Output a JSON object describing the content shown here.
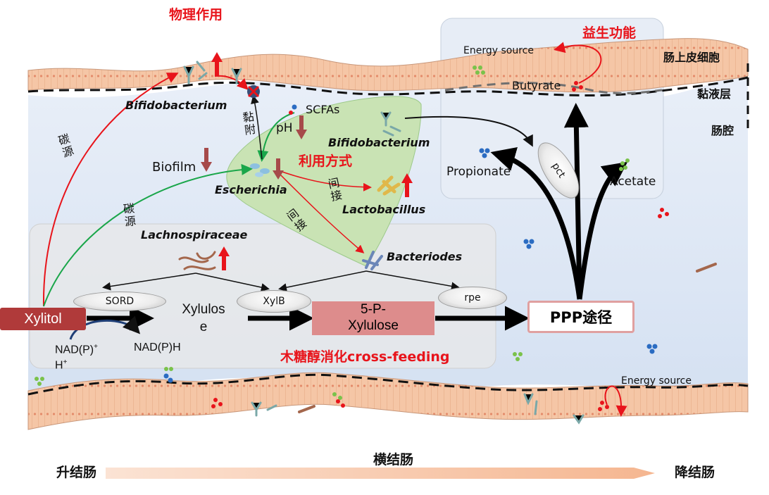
{
  "titles": {
    "physical": "物理作用",
    "probiotic": "益生功能",
    "utilization": "利用方式",
    "crossfeeding": "木糖醇消化cross-feeding"
  },
  "regions": {
    "epithelium": "肠上皮细胞",
    "mucus": "黏液层",
    "lumen": "肠腔"
  },
  "colon": {
    "ascending": "升结肠",
    "transverse": "横结肠",
    "descending": "降结肠"
  },
  "bacteria": {
    "bifido_top": "Bifidobacterium",
    "bifido_mid": "Bifidobacterium",
    "escherichia": "Escherichia",
    "lactobacillus": "Lactobacillus",
    "bacteriodes": "Bacteriodes",
    "lachnospiraceae": "Lachnospiraceae"
  },
  "labels": {
    "tanyuan1": "碳源",
    "tanyuan2": "碳源",
    "nianfu": "黏附",
    "jianjie1": "间接",
    "jianjie2": "间接",
    "biofilm": "Biofilm",
    "scfas": "SCFAs",
    "ph": "pH",
    "propionate": "Propionate",
    "acetate": "Acetate",
    "butyrate": "Butyrate",
    "energy_top": "Energy source",
    "energy_bottom": "Energy source"
  },
  "enzymes": {
    "sord": "SORD",
    "xylb": "XylB",
    "rpe": "rpe",
    "pct": "pct"
  },
  "pathway": {
    "xylitol": "Xylitol",
    "xylulose_1": "Xylulos",
    "xylulose_2": "e",
    "p5x_1": "5-P-",
    "p5x_2": "Xylulose",
    "ppp": "PPP途径",
    "nadp_1": "NAD(P)",
    "nadp_sup": "+",
    "nadp_2": "H",
    "nadp_2sup": "+",
    "nadph": "NAD(P)H"
  },
  "colors": {
    "accent_red": "#e8141b",
    "carbon_green": "#1aa64a",
    "xylitol_box": "#b03a3a",
    "p5x_box": "#dd8c8c",
    "utilization_zone": "#c9e3b4",
    "lumen_bg": "#dfe8f5",
    "cell_fill": "#f5c6a6"
  }
}
